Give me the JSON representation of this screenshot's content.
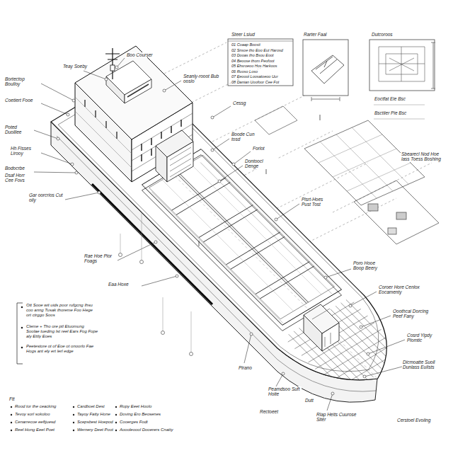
{
  "diagram": {
    "labels": [
      "Boo Courser",
      "Teay Soeby",
      "Bortectop Boulloy",
      "Coetiert Fooe",
      "Seanly-rooot Bub ooslo",
      "Poted Duolilee",
      "Hh Fisses Lirooy",
      "Bodocrbe",
      "Dsaf Horr Cee Fovs",
      "Gar oorcrios Cut oily",
      "Cessg",
      "Boode Cun tosd",
      "Forlot",
      "Dontoocl Denge",
      "Pisrt-Hoes Pust Tost",
      "Rae Hoe Pior Foags",
      "Eaa Hoxe",
      "Poro Hooe Boop Beery",
      "Coroer Hore Cenlox Eocamenty",
      "Ooothcai Dorcing Peef Fany",
      "Cosrd Yipdy Plomtic",
      "Dicmoatte Suoll Dunlass Eulists",
      "Pirano",
      "Peamdsoo Suft Hoite",
      "Dutt",
      "Rectoeet",
      "Rlap Heits Cuurose Siter",
      "Steer Lsiud",
      "01 Coaap Boosit",
      "02 Snsoe tho Eoo Eut Harosd",
      "03 Dooas tho Bsou Eoot",
      "04 Beoose thom Peofoot",
      "05 Ehsroeoo Hos Harkoos",
      "06 Ruoso Loso",
      "07 Eeooot Loosatoeoo Uur",
      "08 Danian Uoofoor Cee Fot",
      "Rarter Faal",
      "Dutcoroos",
      "Eoctfat Eie Bsc",
      "Bsctiier Pie Bsc",
      "Sbearecl Nod Hoe lass Toess Boshing",
      "Ott Sooe wit uids poor rufgcng Ihsu coo anng Tusak thoreme Foo Hege ort ctrggo Soos",
      "Cleme + Tho ore ptl Etuomung Soolae tueding Ist reel Ears Fog Fope aly Ettly Eoes",
      "Peetestore ot of Eoe ot onoorlo Fae Hogs ant ely ert lerl edge",
      "Ftt",
      "Rood tor the ceacking",
      "Tevoy sorl sokoloo",
      "Cenarrecoe eeftjuesd",
      "Reel Hong Eeel Poet",
      "Cardboet Dest",
      "Tayoy Fatty Hone",
      "Scepsbest Hoepod",
      "Wernery Deet Poot",
      "Ropy Eeet Hoolo",
      "Doving Ero Beosenes",
      "Cooerges Fodt",
      "Aoooleoool Dooerers Cnatty",
      "Cerstoel Evoiing"
    ]
  }
}
